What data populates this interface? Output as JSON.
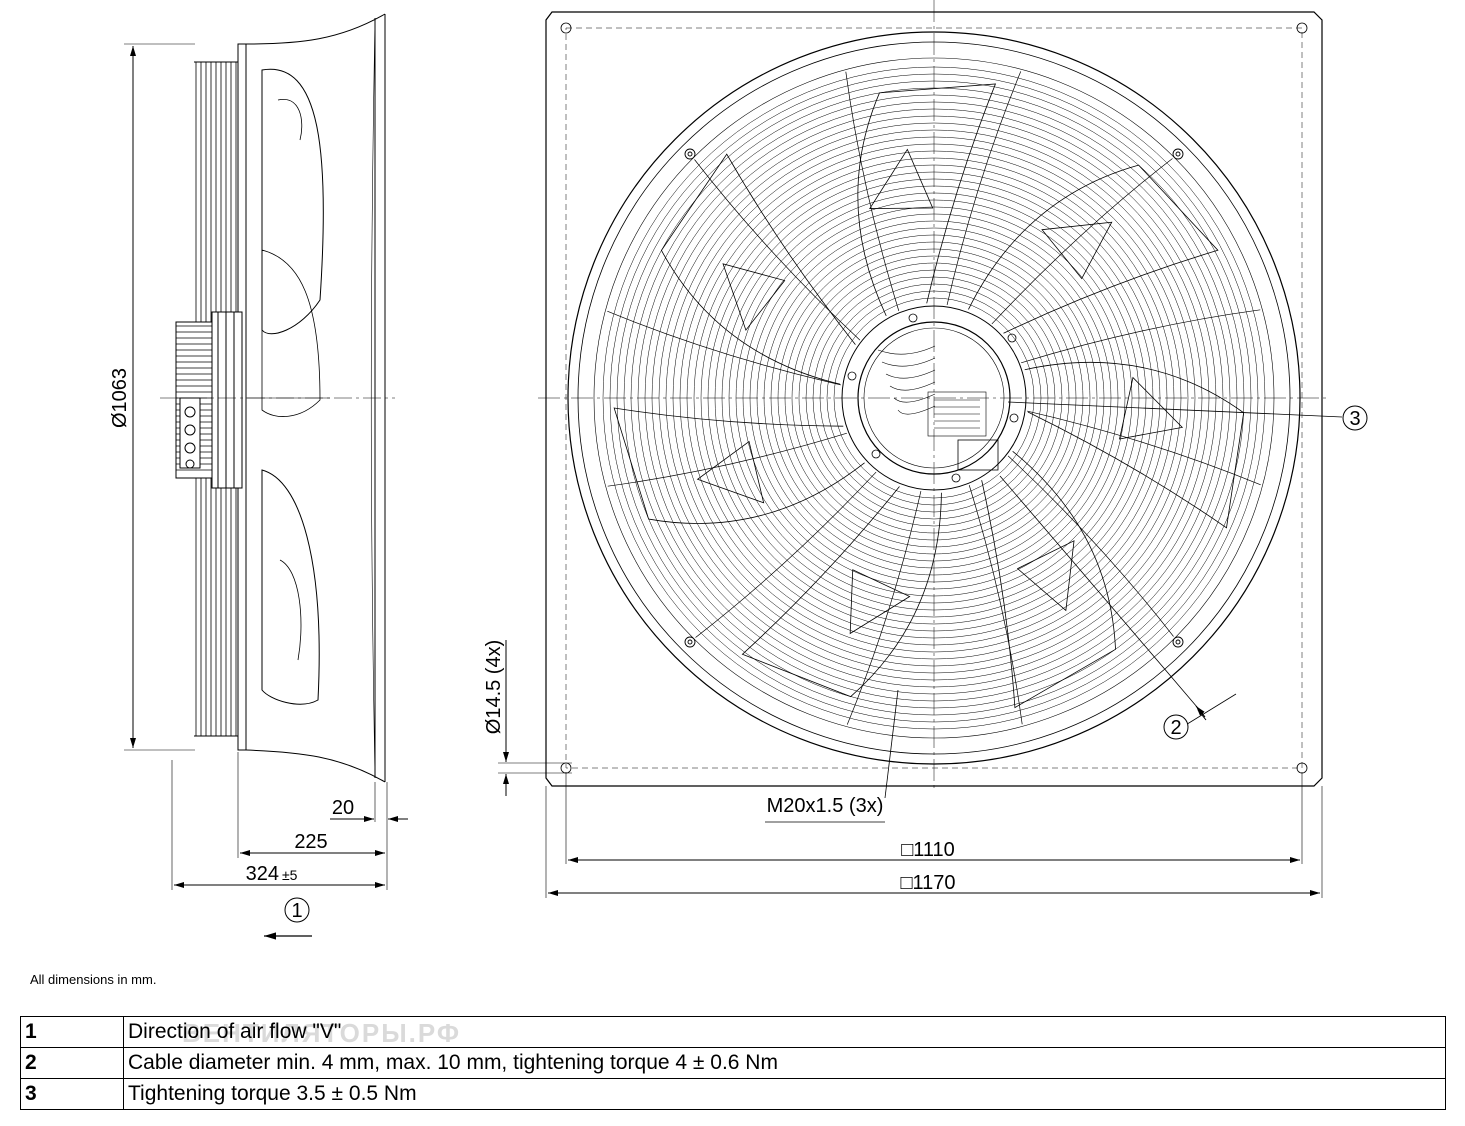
{
  "dimensions": {
    "diameter": "Ø1063",
    "mount_hole": "Ø14.5 (4x)",
    "depth_flange": "20",
    "depth_225": "225",
    "depth_total": "324",
    "depth_tol": "±5",
    "thread": "M20x1.5 (3x)",
    "square_inner": "□1110",
    "square_outer": "□1170"
  },
  "callouts": [
    "1",
    "2",
    "3"
  ],
  "note": "All dimensions in mm.",
  "legend": [
    {
      "num": "1",
      "text": "Direction of air flow \"V\""
    },
    {
      "num": "2",
      "text": "Cable diameter min. 4 mm, max. 10 mm, tightening torque 4 ± 0.6 Nm"
    },
    {
      "num": "3",
      "text": "Tightening torque 3.5 ± 0.5 Nm"
    }
  ],
  "watermark": "ВЕНТИЛЯТОРЫ.РФ"
}
